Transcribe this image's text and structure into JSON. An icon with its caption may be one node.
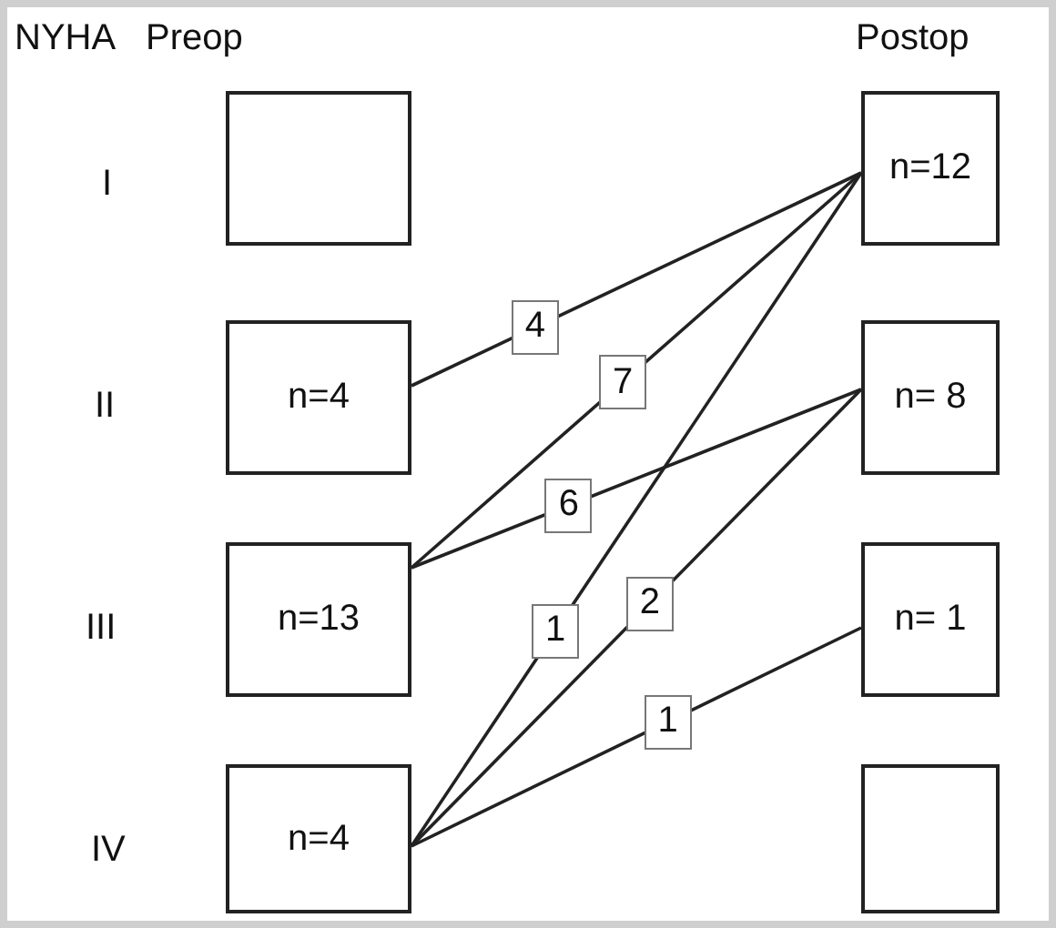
{
  "diagram": {
    "nodes": [
      {
        "text": [],
        "shape": "box"
      },
      {
        "text": [
          "n=4"
        ]
      },
      {
        "text": [
          "n=13"
        ]
      },
      {
        "text": [
          "n=4"
        ]
      },
      {
        "text": [
          "n=12"
        ]
      },
      {
        "text": [
          "n= 8"
        ]
      },
      {
        "text": [
          "n= 1"
        ]
      },
      {
        "text": [],
        "shape": "box"
      }
    ],
    "edges": [
      {
        "from": 1,
        "to": 4,
        "arrow": "none",
        "label": "4"
      },
      {
        "from": 2,
        "to": 4,
        "arrow": "none",
        "label": "7"
      },
      {
        "from": 2,
        "to": 5,
        "arrow": "none",
        "label": "6"
      },
      {
        "from": 3,
        "to": 4,
        "arrow": "none",
        "label": "1"
      },
      {
        "from": 3,
        "to": 5,
        "arrow": "none",
        "label": "2"
      },
      {
        "from": 3,
        "to": 6,
        "arrow": "none",
        "label": "1"
      }
    ],
    "labels": [
      "NYHA",
      "Preop",
      "Postop",
      "I",
      "II",
      "III",
      "IV"
    ]
  }
}
